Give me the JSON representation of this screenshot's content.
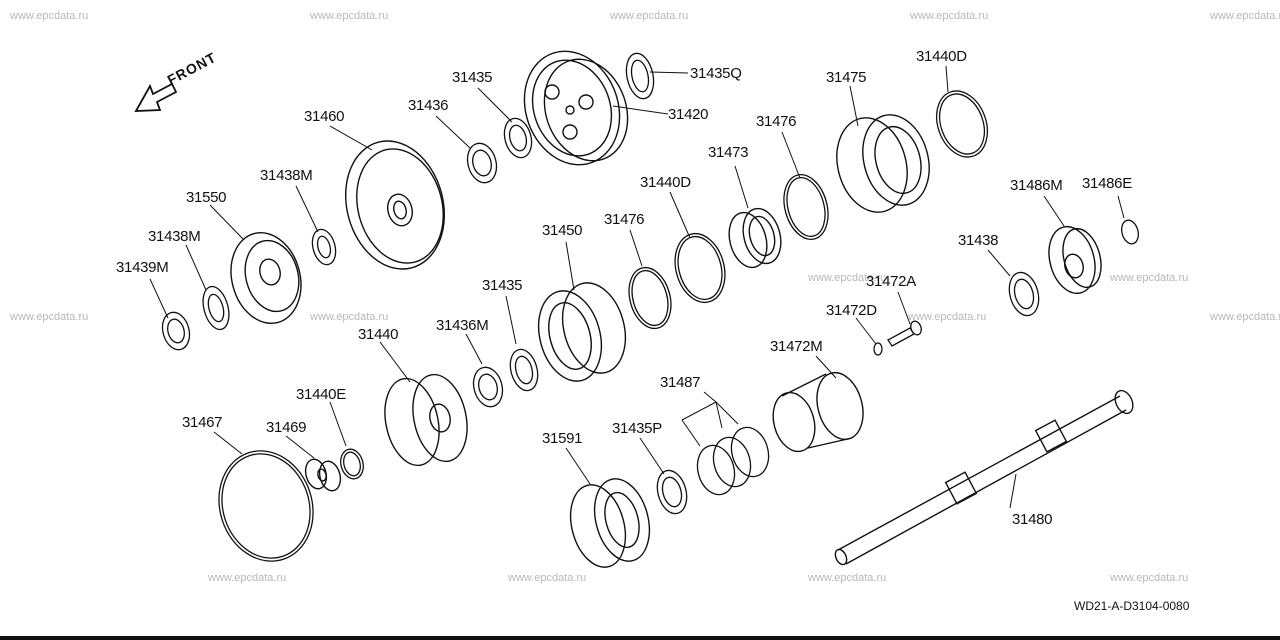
{
  "watermark": "www.epcdata.ru",
  "front_label": "FRONT",
  "drawing_code": "WD21-A-D3104-0080",
  "callouts": {
    "p31435q": "31435Q",
    "p31420": "31420",
    "p31435a": "31435",
    "p31436a": "31436",
    "p31460": "31460",
    "p31438m_a": "31438M",
    "p31550": "31550",
    "p31438m_b": "31438M",
    "p31439m": "31439M",
    "p31475": "31475",
    "p31440d_a": "31440D",
    "p31476_a": "31476",
    "p31473": "31473",
    "p31440d_b": "31440D",
    "p31476_b": "31476",
    "p31450": "31450",
    "p31435b": "31435",
    "p31436m": "31436M",
    "p31440": "31440",
    "p31440e": "31440E",
    "p31467": "31467",
    "p31469": "31469",
    "p31486m": "31486M",
    "p31486e": "31486E",
    "p31438": "31438",
    "p31472a": "31472A",
    "p31472d": "31472D",
    "p31472m": "31472M",
    "p31487": "31487",
    "p31435p": "31435P",
    "p31591": "31591",
    "p31480": "31480"
  }
}
